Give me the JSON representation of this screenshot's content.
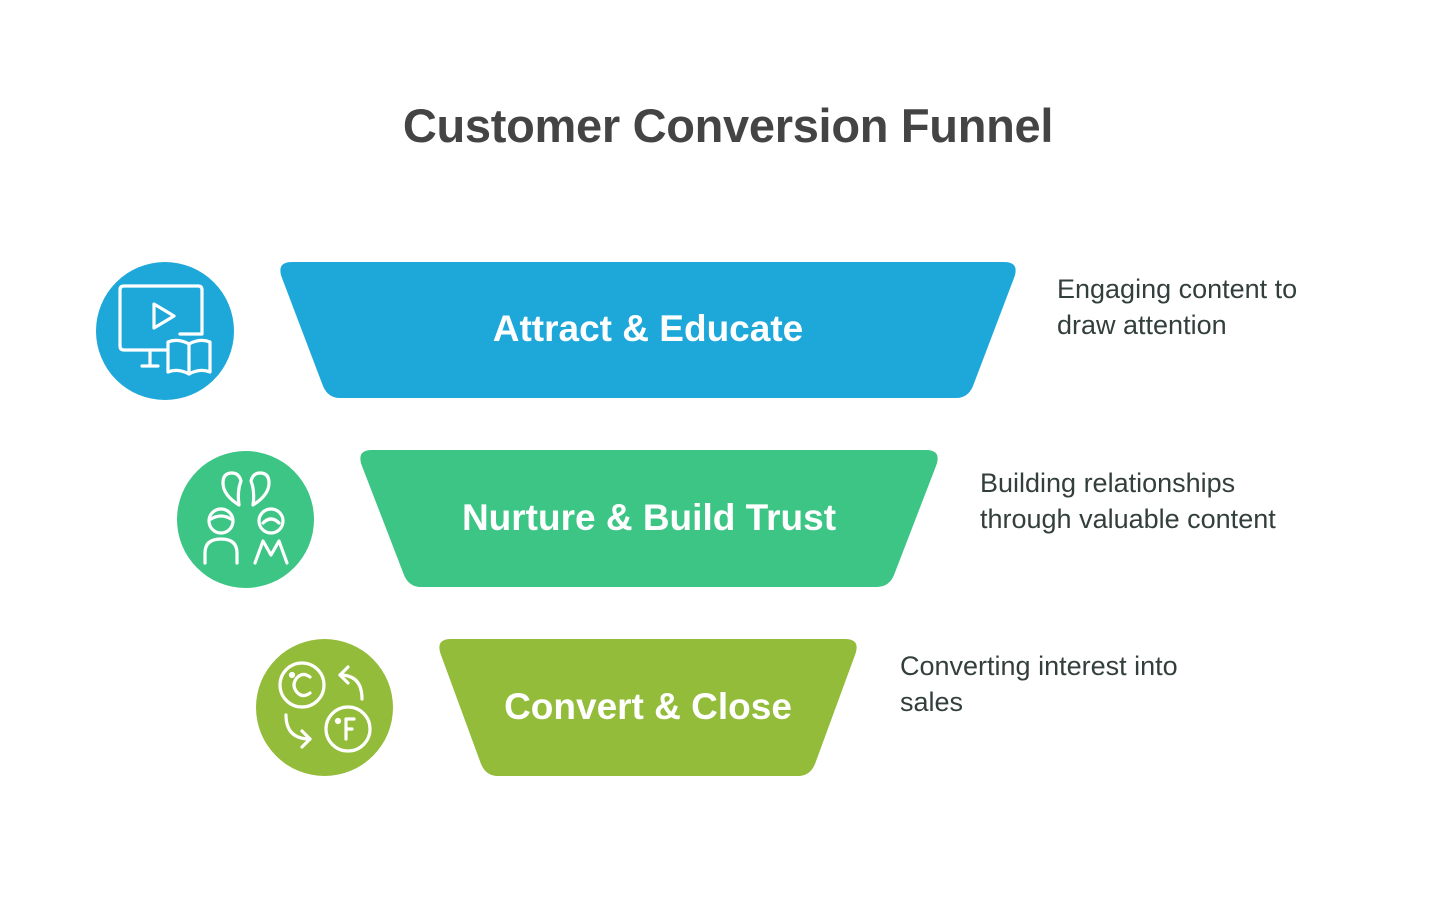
{
  "title": "Customer Conversion Funnel",
  "stages": [
    {
      "label": "Attract & Educate",
      "description": "Engaging content to draw attention",
      "color": "#1ea8da",
      "icon": "video-book-icon"
    },
    {
      "label": "Nurture & Build Trust",
      "description": "Building relationships through valuable content",
      "color": "#3cc584",
      "icon": "people-relationship-icon"
    },
    {
      "label": "Convert & Close",
      "description": "Converting interest into sales",
      "color": "#92bc3a",
      "icon": "currency-exchange-icon"
    }
  ]
}
